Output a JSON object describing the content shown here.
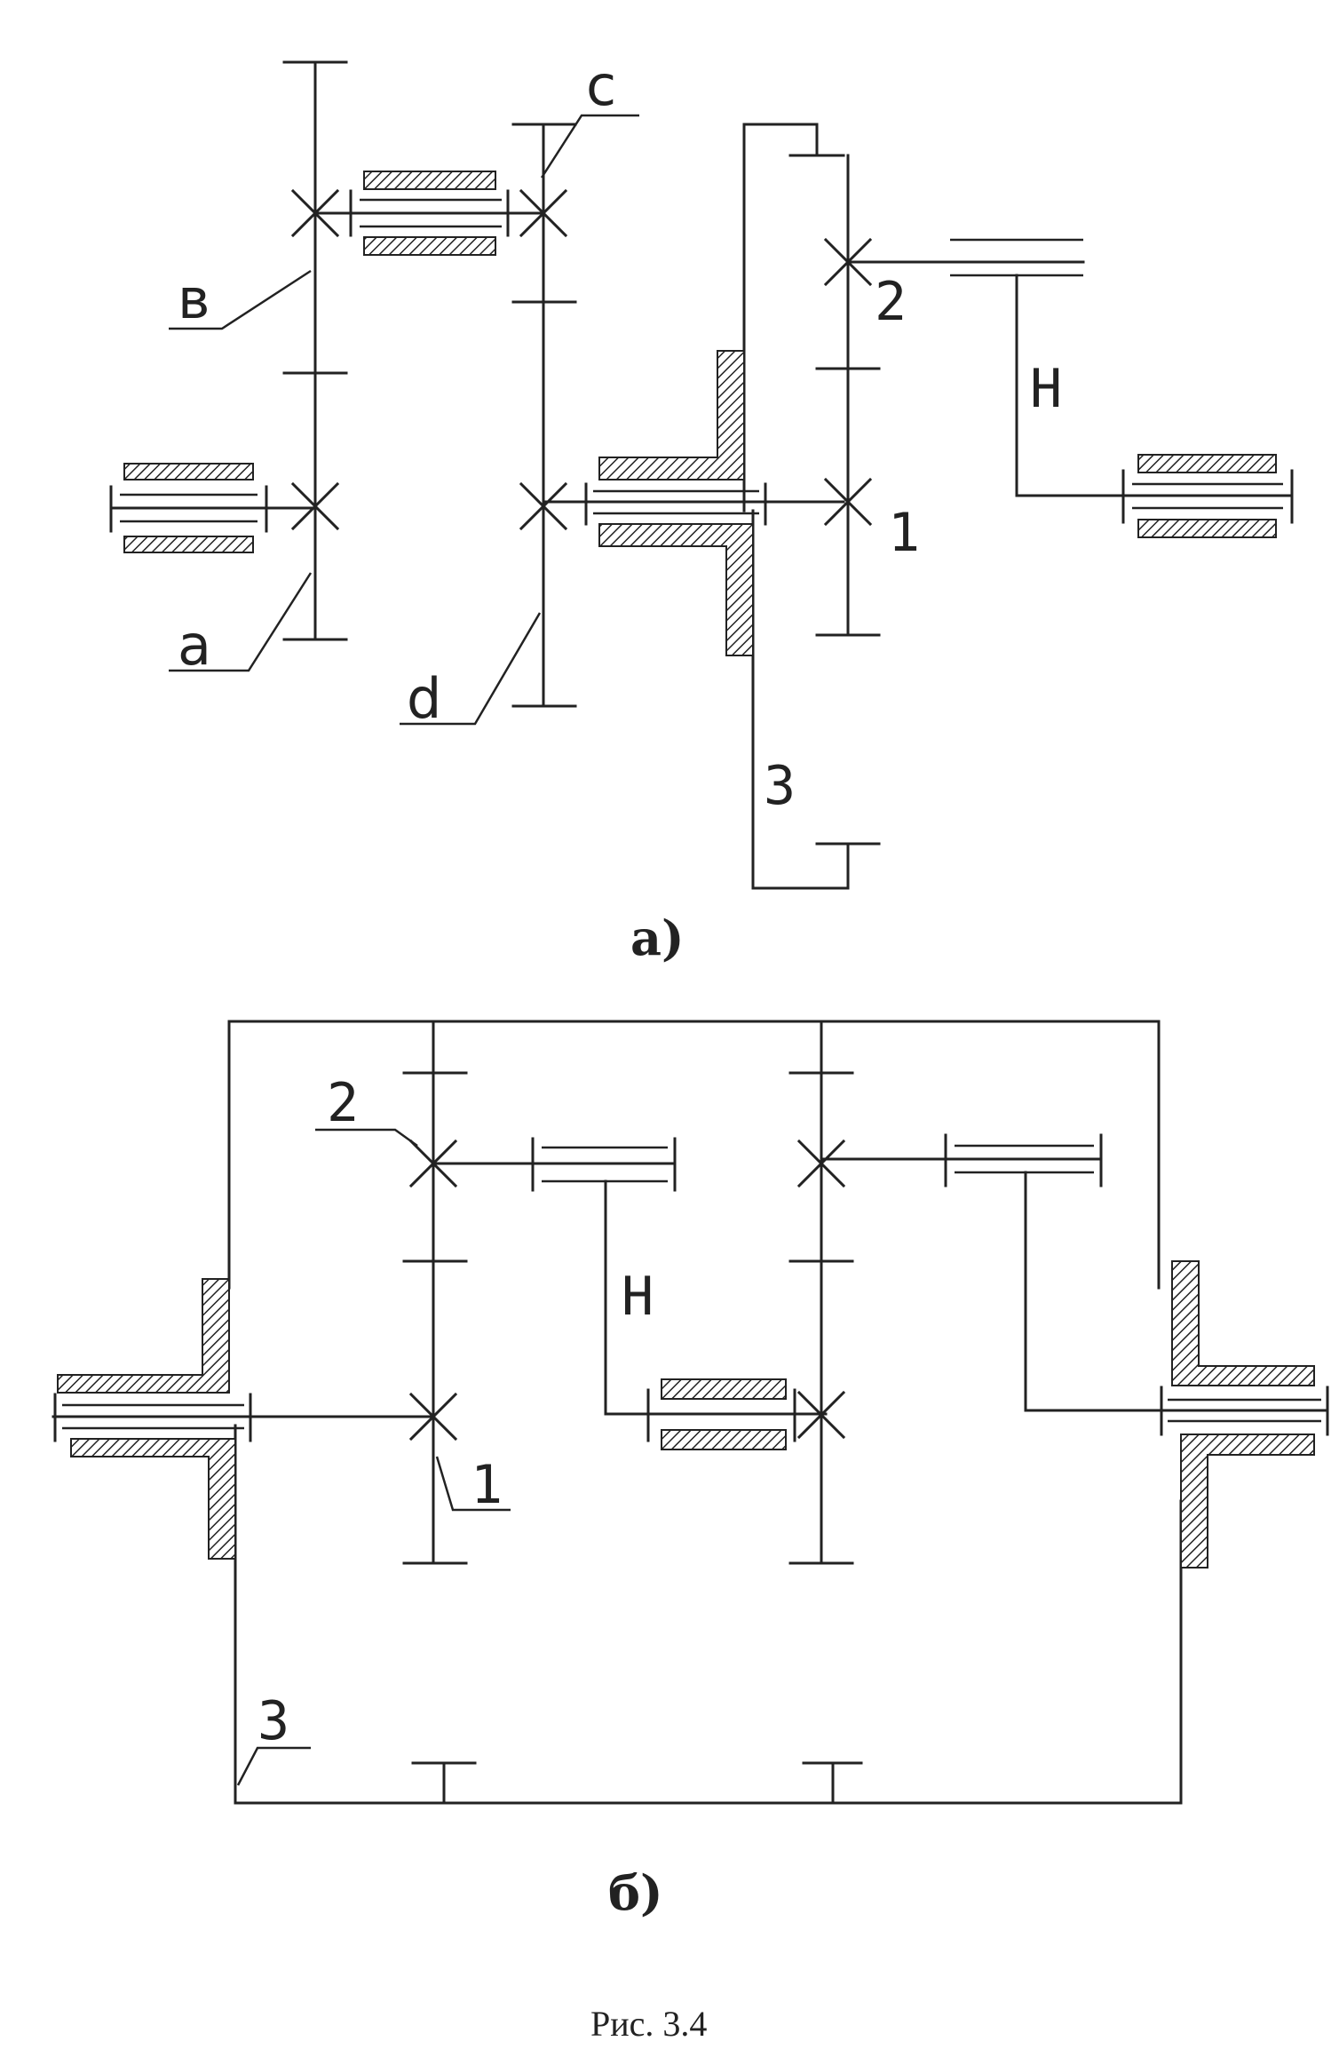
{
  "diagram_a": {
    "labels": {
      "b": "в",
      "c": "с",
      "a": "а",
      "d": "d",
      "two": "2",
      "one": "1",
      "three": "3",
      "h": "Н"
    },
    "caption": "а)"
  },
  "diagram_b": {
    "labels": {
      "two": "2",
      "h": "Н",
      "one": "1",
      "three": "3"
    },
    "caption": "б)"
  },
  "figure_caption": "Рис. 3.4"
}
